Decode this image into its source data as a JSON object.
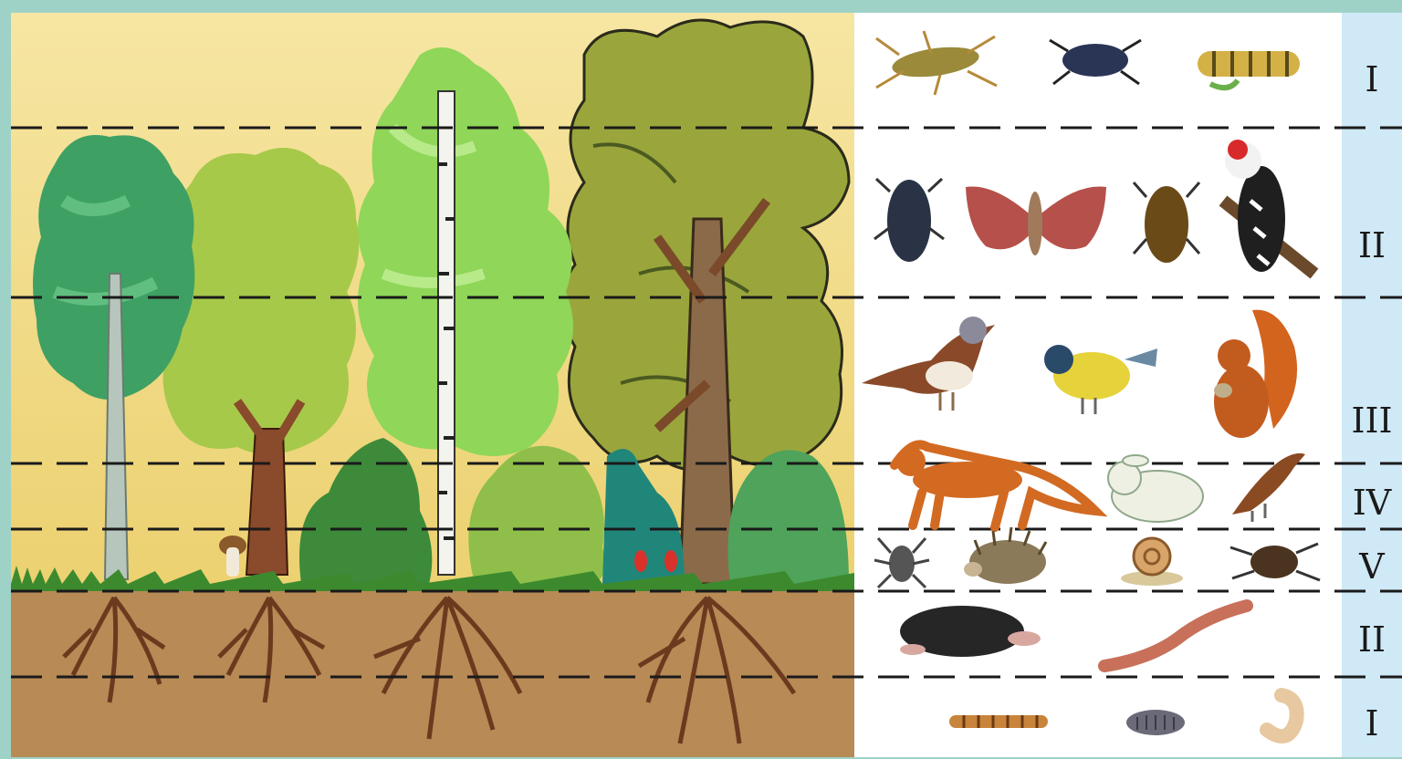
{
  "layers": [
    {
      "roman": "I"
    },
    {
      "roman": "II"
    },
    {
      "roman": "III"
    },
    {
      "roman": "IV"
    },
    {
      "roman": "V"
    },
    {
      "roman": "II"
    },
    {
      "roman": "I"
    }
  ],
  "animals": {
    "layer_1": [
      "weevil-icon",
      "dark-beetle-icon",
      "caterpillar-icon"
    ],
    "layer_2": [
      "bark-beetle-icon",
      "moth-icon",
      "brown-beetle-icon",
      "woodpecker-icon"
    ],
    "layer_3": [
      "fieldfare-icon",
      "tit-icon",
      "squirrel-icon"
    ],
    "layer_4": [
      "fox-icon",
      "hare-icon",
      "nightingale-icon"
    ],
    "layer_5": [
      "spider-icon",
      "hedgehog-icon",
      "snail-icon",
      "ground-beetle-icon"
    ],
    "soil_1": [
      "mole-icon",
      "earthworm-icon"
    ],
    "soil_2": [
      "wireworm-icon",
      "woodlouse-icon",
      "larva-icon"
    ]
  },
  "colors": {
    "sky": "#f2de8c",
    "soil": "#b78a56",
    "roots": "#6b3a1e",
    "grass": "#3d8a2e",
    "panel": "#ffffff",
    "label_strip": "#cfe9f6",
    "frame": "#9fd2c7"
  }
}
